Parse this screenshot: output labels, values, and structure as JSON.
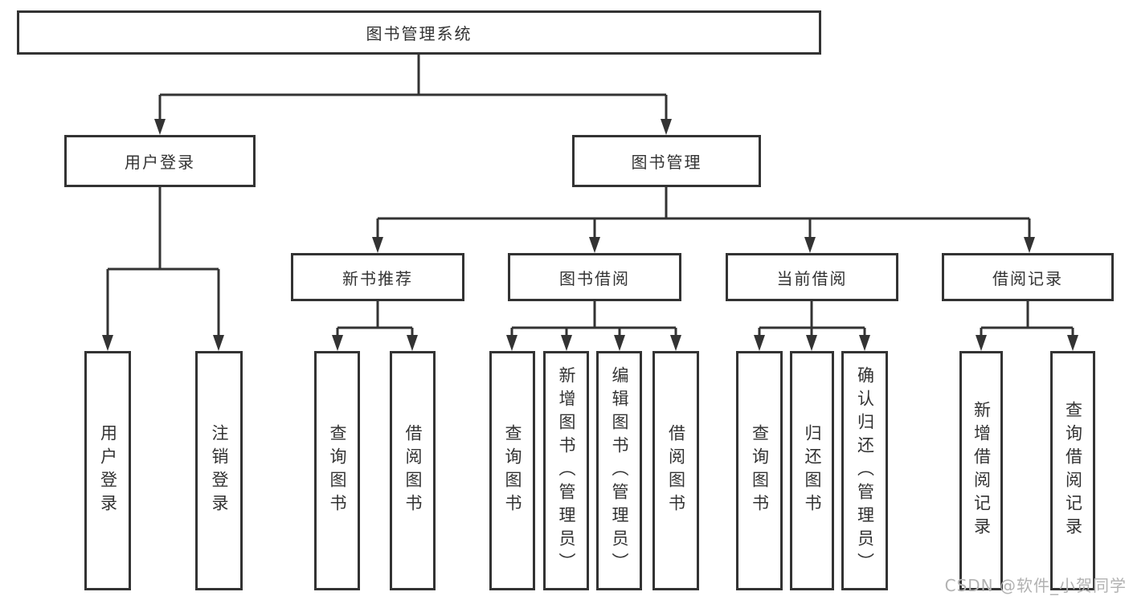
{
  "colors": {
    "line": "#333333",
    "box_border": "#333333",
    "box_fill": "#ffffff",
    "text": "#333333",
    "watermark": "#b2b2b2"
  },
  "watermark": {
    "text": "CSDN @软件_小贺同学"
  },
  "tree": {
    "root": {
      "label": "图书管理系统"
    },
    "children": [
      {
        "label": "用户登录",
        "children": [
          {
            "label": "用户登录"
          },
          {
            "label": "注销登录"
          }
        ]
      },
      {
        "label": "图书管理",
        "children": [
          {
            "label": "新书推荐",
            "children": [
              {
                "label": "查询图书"
              },
              {
                "label": "借阅图书"
              }
            ]
          },
          {
            "label": "图书借阅",
            "children": [
              {
                "label": "查询图书"
              },
              {
                "label": "新增图书（管理员）"
              },
              {
                "label": "编辑图书（管理员）"
              },
              {
                "label": "借阅图书"
              }
            ]
          },
          {
            "label": "当前借阅",
            "children": [
              {
                "label": "查询图书"
              },
              {
                "label": "归还图书"
              },
              {
                "label": "确认归还（管理员）"
              }
            ]
          },
          {
            "label": "借阅记录",
            "children": [
              {
                "label": "新增借阅记录"
              },
              {
                "label": "查询借阅记录"
              }
            ]
          }
        ]
      }
    ]
  }
}
